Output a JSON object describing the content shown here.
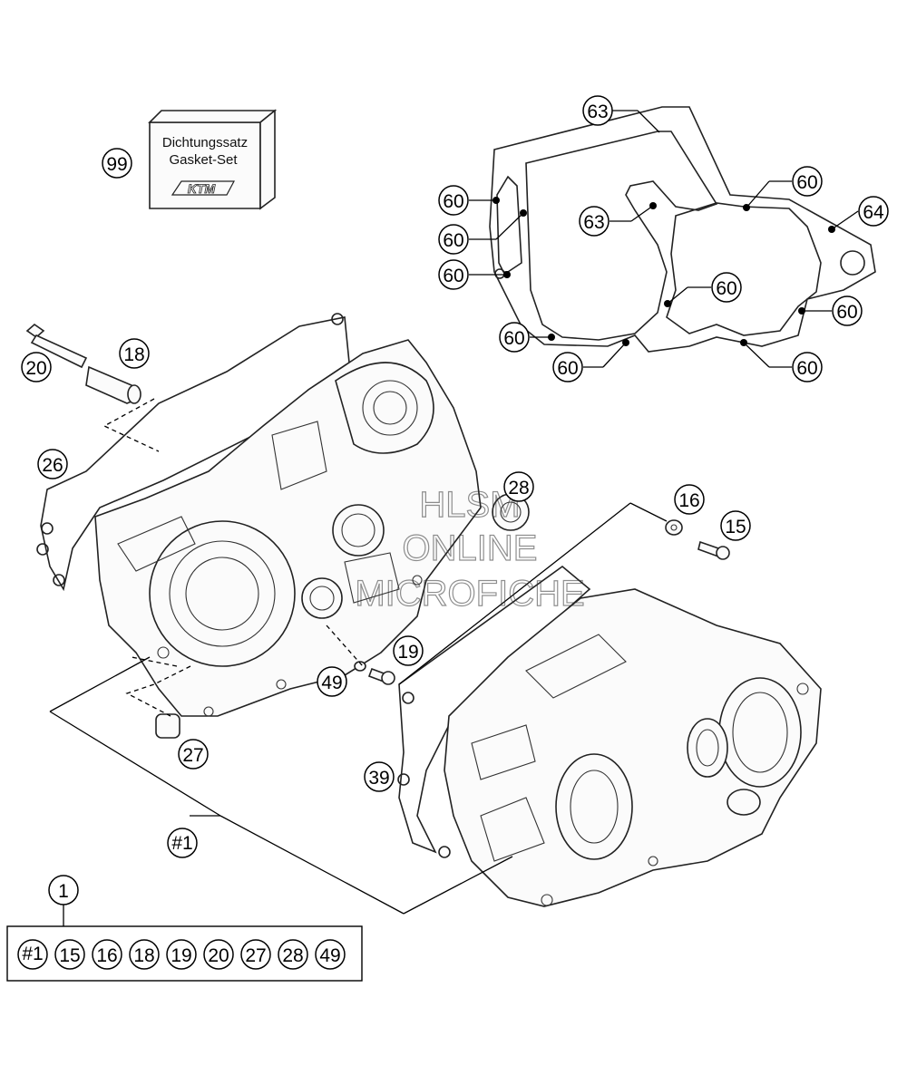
{
  "kit_box": {
    "line1": "Dichtungssatz",
    "line2": "Gasket-Set",
    "logo": "KTM"
  },
  "watermark": {
    "line1": "HLSM",
    "line2": "ONLINE",
    "line3": "MICROFICHE"
  },
  "callouts": {
    "c99": "99",
    "c63a": "63",
    "c63b": "63",
    "c60a": "60",
    "c60b": "60",
    "c60c": "60",
    "c60d": "60",
    "c60e": "60",
    "c60f": "60",
    "c60g": "60",
    "c60h": "60",
    "c64": "64",
    "c20": "20",
    "c18": "18",
    "c26": "26",
    "c28": "28",
    "c16": "16",
    "c15": "15",
    "c19": "19",
    "c49": "49",
    "c27": "27",
    "c39": "39",
    "c_hash1": "#1",
    "c1": "1"
  },
  "kit_contents": [
    "#1",
    "15",
    "16",
    "18",
    "19",
    "20",
    "27",
    "28",
    "49"
  ]
}
